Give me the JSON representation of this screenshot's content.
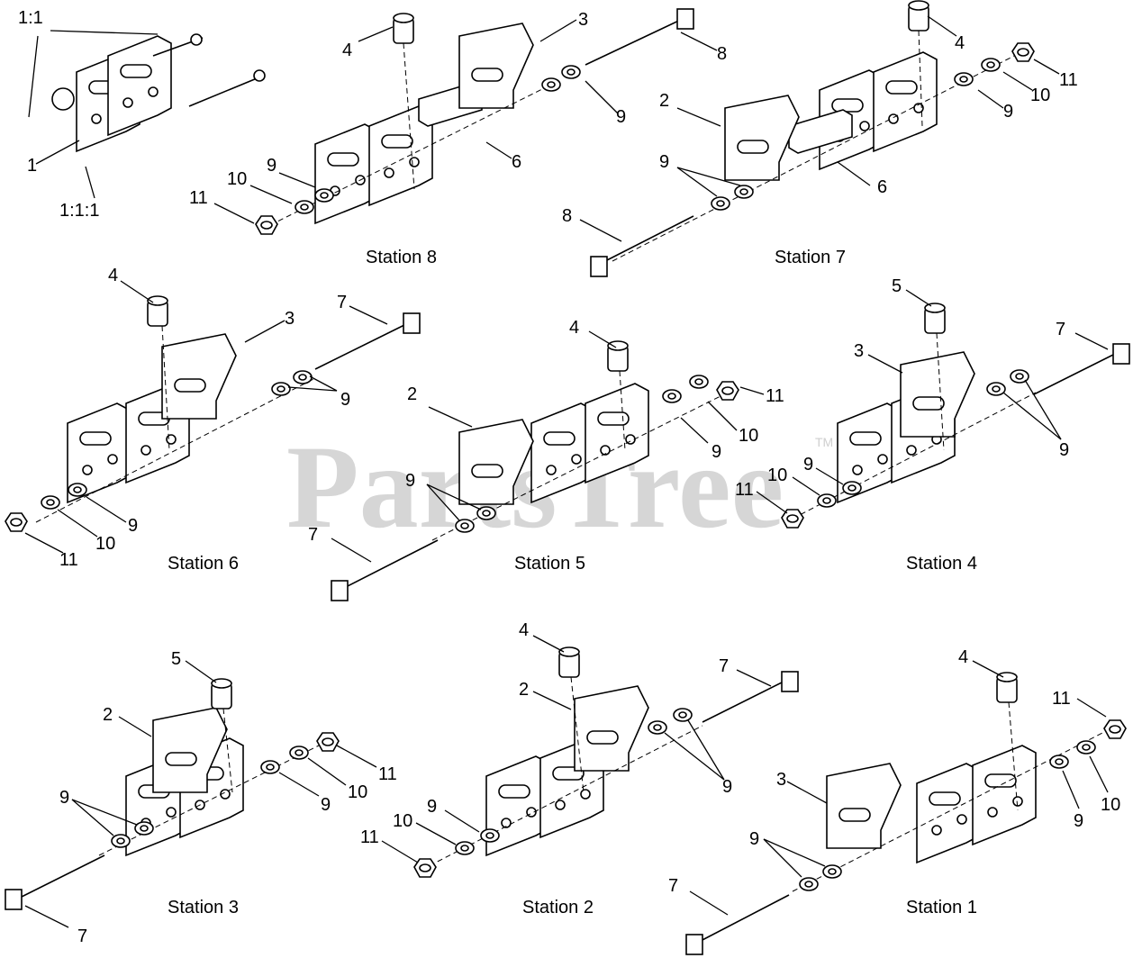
{
  "watermark": {
    "text": "PartsTree",
    "trademark": "TM"
  },
  "callout_labels": {
    "a": "1:1",
    "b": "1",
    "c": "1:1:1",
    "d": "4",
    "e": "3",
    "f": "8",
    "g": "9",
    "h": "6",
    "i": "9",
    "j": "10",
    "k": "11",
    "l": "4",
    "m": "11",
    "n": "10",
    "o": "9",
    "p": "2",
    "q": "9",
    "r": "6",
    "s": "8",
    "t": "4",
    "u": "3",
    "v": "7",
    "w": "9",
    "x": "9",
    "y": "10",
    "z": "11",
    "aa": "4",
    "ab": "2",
    "ac": "9",
    "ad": "7",
    "ae": "9",
    "af": "10",
    "ag": "11",
    "ah": "5",
    "ai": "3",
    "aj": "7",
    "ak": "9",
    "al": "9",
    "am": "10",
    "an": "11",
    "ao": "5",
    "ap": "2",
    "aq": "9",
    "ar": "7",
    "as": "9",
    "at": "10",
    "au": "11",
    "av": "4",
    "aw": "2",
    "ax": "7",
    "ay": "9",
    "az": "9",
    "ba": "10",
    "bb": "11",
    "bc": "4",
    "bd": "11",
    "be": "3",
    "bf": "10",
    "bg": "9",
    "bh": "9",
    "bi": "7"
  },
  "stations": {
    "s8": "Station 8",
    "s7": "Station 7",
    "s6": "Station 6",
    "s5": "Station 5",
    "s4": "Station 4",
    "s3": "Station 3",
    "s2": "Station 2",
    "s1": "Station 1"
  }
}
